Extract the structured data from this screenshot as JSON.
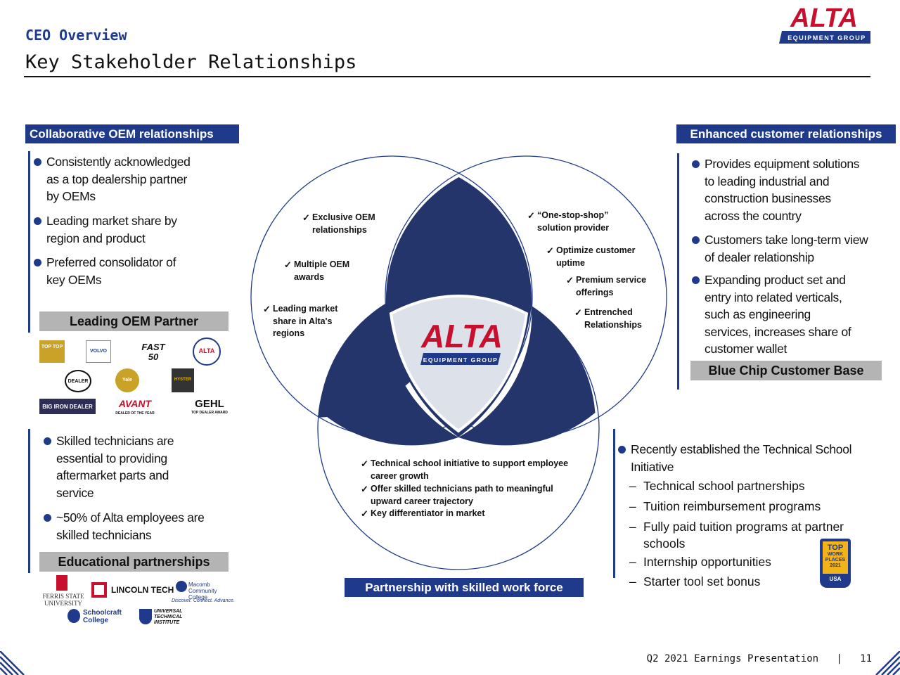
{
  "header": {
    "eyebrow": "CEO Overview",
    "title": "Key Stakeholder Relationships",
    "logo_wordmark": "ALTA",
    "logo_sub": "EQUIPMENT GROUP"
  },
  "left_top": {
    "heading": "Collaborative OEM relationships",
    "bullets": [
      [
        "Consistently acknowledged",
        "as a top dealership partner",
        "by OEMs"
      ],
      [
        "Leading market share by",
        "region and product"
      ],
      [
        "Preferred consolidator of",
        "key OEMs"
      ]
    ],
    "label": "Leading OEM Partner",
    "badges": [
      "TOP TOP",
      "VOLVO",
      "FAST 50",
      "ALTA",
      "DEALER",
      "Yale",
      "HYSTER",
      "BIG IRON DEALER",
      "AVANT",
      "GEHL",
      "DEALER OF THE YEAR",
      "TOP DEALER AWARD"
    ]
  },
  "right_top": {
    "heading": "Enhanced customer relationships",
    "bullets": [
      [
        "Provides equipment solutions",
        "to leading industrial and",
        "construction businesses",
        "across the country"
      ],
      [
        "Customers take long-term view",
        "of dealer relationship"
      ],
      [
        "Expanding product set and",
        "entry into related verticals,",
        "such as engineering",
        "services, increases share of",
        "customer wallet"
      ]
    ],
    "label": "Blue Chip Customer Base"
  },
  "left_bottom": {
    "bullets": [
      [
        "Skilled technicians are",
        "essential to providing",
        "aftermarket parts and",
        "service"
      ],
      [
        "~50% of Alta employees are",
        "skilled technicians"
      ]
    ],
    "label": "Educational partnerships",
    "schools": [
      "FERRIS STATE UNIVERSITY",
      "LINCOLN TECH",
      "Macomb Community College",
      "Discover. Connect. Advance.",
      "Schoolcraft College",
      "UNIVERSAL TECHNICAL INSTITUTE"
    ]
  },
  "right_bottom": {
    "lead": [
      "Recently established the Technical School",
      "Initiative"
    ],
    "items": [
      [
        "Technical school partnerships"
      ],
      [
        "Tuition reimbursement programs"
      ],
      [
        "Fully paid tuition programs at partner",
        "schools"
      ],
      [
        "Internship opportunities"
      ],
      [
        "Starter tool set bonus"
      ]
    ],
    "award": [
      "TOP",
      "WORK",
      "PLACES",
      "2021",
      "USA"
    ]
  },
  "venn": {
    "left_checks": [
      [
        "Exclusive OEM",
        "relationships"
      ],
      [
        "Multiple OEM",
        "awards"
      ],
      [
        "Leading market",
        "share in Alta's",
        "regions"
      ]
    ],
    "right_checks": [
      [
        "“One-stop-shop”",
        "solution provider"
      ],
      [
        "Optimize customer",
        "uptime"
      ],
      [
        "Premium service",
        "offerings"
      ],
      [
        "Entrenched",
        "Relationships"
      ]
    ],
    "bottom_checks": [
      [
        "Technical school initiative to support employee",
        "career growth"
      ],
      [
        "Offer skilled technicians path to meaningful",
        "upward career trajectory"
      ],
      [
        "Key differentiator in market"
      ]
    ],
    "center_logo": "ALTA",
    "center_sub": "EQUIPMENT GROUP",
    "bottom_label": "Partnership with skilled work force"
  },
  "footer": {
    "text": "Q2 2021 Earnings Presentation",
    "separator": "|",
    "page": "11"
  },
  "colors": {
    "navy": "#1f3a8a",
    "venn_fill": "#23356b",
    "red": "#c8102e",
    "grey": "#b4b4b4"
  }
}
